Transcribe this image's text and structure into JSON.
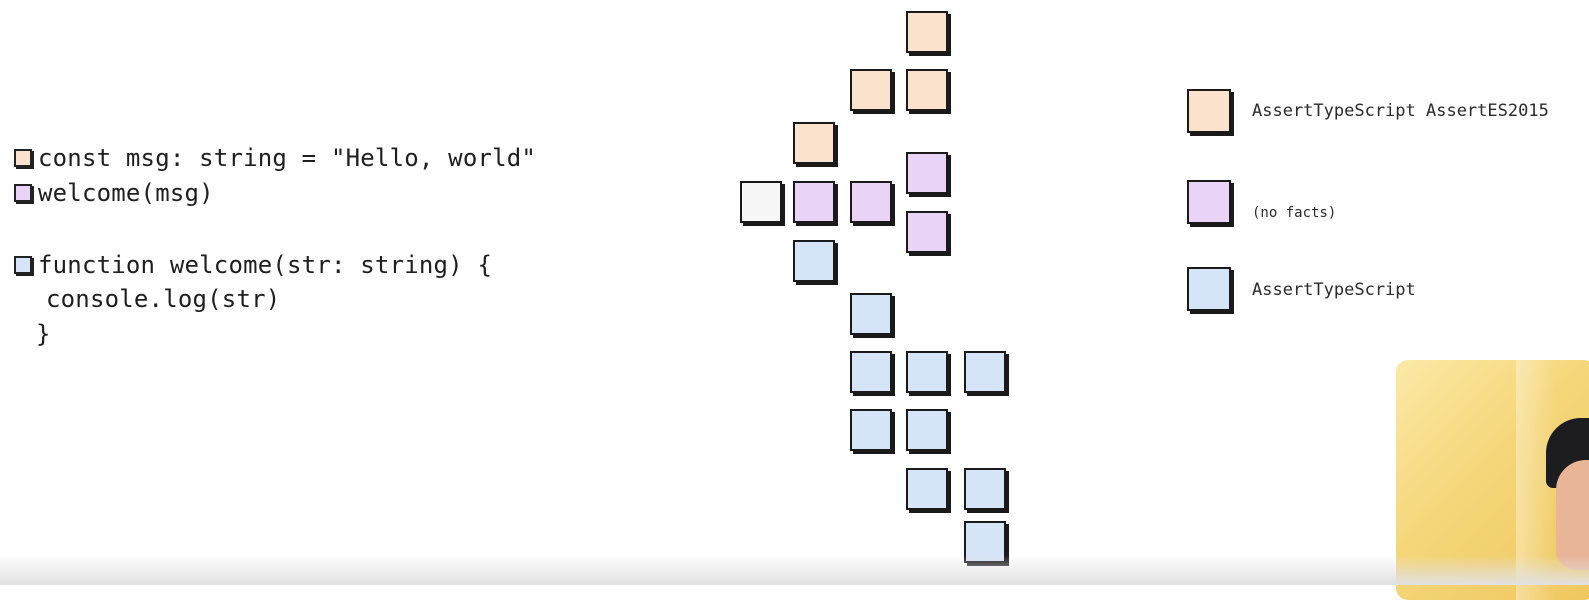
{
  "colors": {
    "orange": "#fbe2cd",
    "purple": "#e9d3f7",
    "blue": "#d6e4f7",
    "white": "#f7f7f7",
    "border": "#1a1a1a"
  },
  "code": {
    "lines": [
      {
        "text": "const msg: string = \"Hello, world\"",
        "color": "orange"
      },
      {
        "text": "welcome(msg)",
        "color": "purple"
      },
      {
        "text": "function welcome(str: string) {",
        "color": "blue"
      },
      {
        "text": "console.log(str)",
        "color": null
      },
      {
        "text": "}",
        "color": null
      }
    ]
  },
  "graph": {
    "nodes": [
      {
        "color": "orange"
      },
      {
        "color": "orange"
      },
      {
        "color": "orange"
      },
      {
        "color": "orange"
      },
      {
        "color": "white"
      },
      {
        "color": "purple"
      },
      {
        "color": "purple"
      },
      {
        "color": "purple"
      },
      {
        "color": "purple"
      },
      {
        "color": "blue"
      },
      {
        "color": "blue"
      },
      {
        "color": "blue"
      },
      {
        "color": "blue"
      },
      {
        "color": "blue"
      },
      {
        "color": "blue"
      },
      {
        "color": "blue"
      },
      {
        "color": "blue"
      },
      {
        "color": "blue"
      },
      {
        "color": "blue"
      }
    ]
  },
  "legend": {
    "items": [
      {
        "color": "orange",
        "label": "AssertTypeScript AssertES2015"
      },
      {
        "color": "purple",
        "label": "(no facts)"
      },
      {
        "color": "blue",
        "label": "AssertTypeScript"
      }
    ]
  },
  "webcam": {
    "icon": "presenter-video-thumbnail"
  }
}
